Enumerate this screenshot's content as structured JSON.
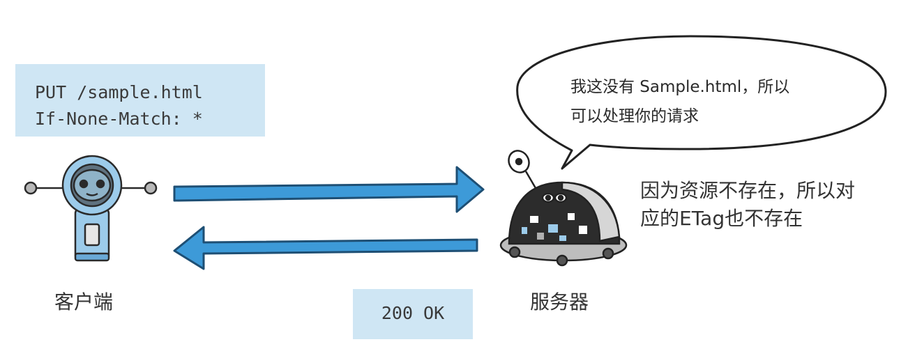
{
  "request": {
    "lines": [
      "PUT /sample.html",
      "If-None-Match: *"
    ]
  },
  "response": {
    "status": "200 OK"
  },
  "client": {
    "label": "客户端"
  },
  "server": {
    "label": "服务器",
    "speech": [
      "我这没有 Sample.html，所以",
      "可以处理你的请求"
    ]
  },
  "note": {
    "lines": [
      "因为资源不存在，所以对",
      "应的ETag也不存在"
    ]
  },
  "colors": {
    "request_box": "#cfe6f4",
    "arrow": "#3d9ad8",
    "arrow_outline": "#1e4f74",
    "client_robot": "#9ccbea",
    "server_robot_dark": "#2c2c2c"
  }
}
